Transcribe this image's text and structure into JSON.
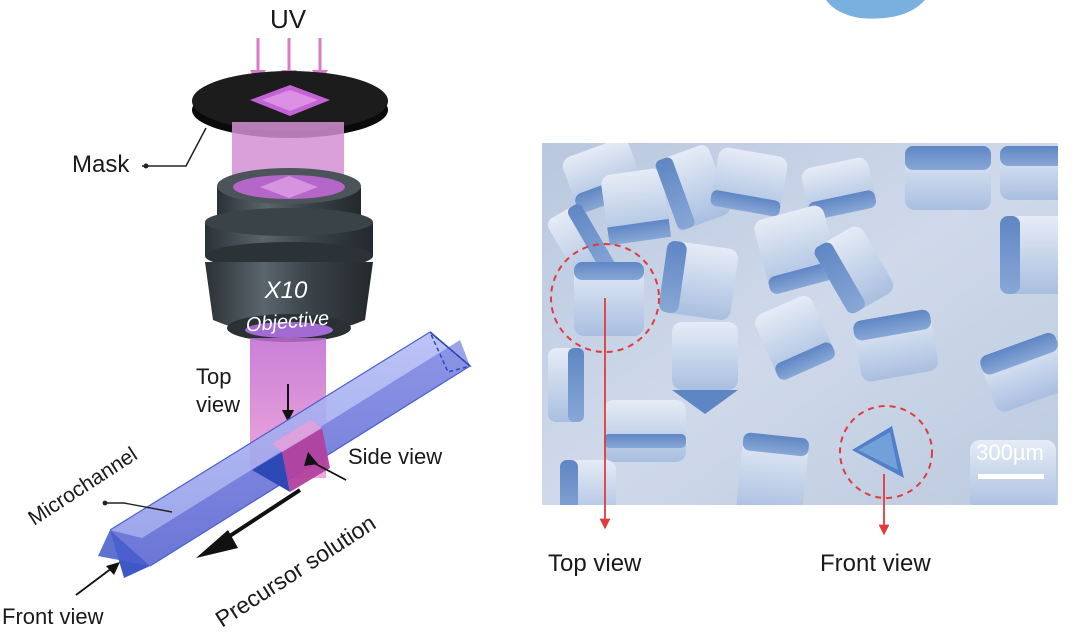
{
  "left_diagram": {
    "uv_label": "UV",
    "mask_label": "Mask",
    "objective_magnification": "X10",
    "objective_label": "Objective",
    "top_view_label_line1": "Top",
    "top_view_label_line2": "view",
    "side_view_label": "Side view",
    "microchannel_label": "Microchannel",
    "precursor_label": "Precursor solution",
    "front_view_label": "Front view"
  },
  "micrograph": {
    "scale_bar_label": "300µm",
    "top_view_label": "Top view",
    "front_view_label": "Front view"
  },
  "colors": {
    "uv_arrow": "#d97bc8",
    "uv_beam": "#e9a6d7",
    "mask": "#121212",
    "mask_window": "#c463d6",
    "objective_body": "#3c454b",
    "channel": "#8f99e8",
    "channel_cut": "#2d49b6",
    "side_face": "#b3409e",
    "circle_marker": "#e23b3b",
    "micrograph_bg": "#c7d3e6",
    "particle": "#7d9fd0"
  }
}
